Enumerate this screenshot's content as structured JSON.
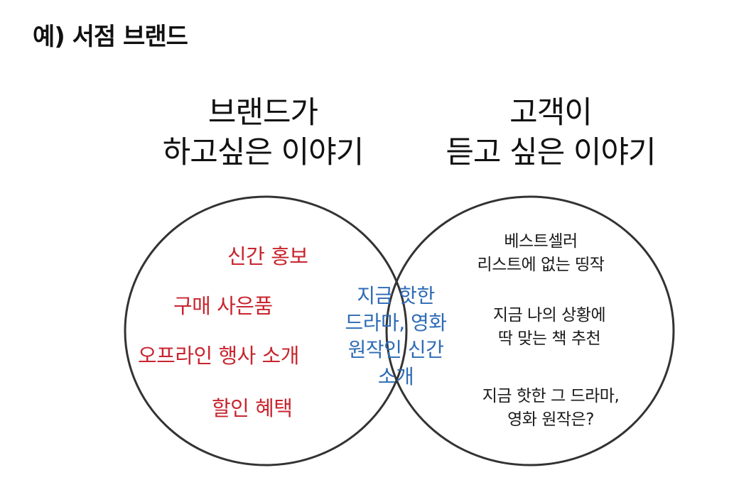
{
  "title": "예) 서점 브랜드",
  "left_heading": {
    "line1": "브랜드가",
    "line2": "하고싶은 이야기"
  },
  "right_heading": {
    "line1": "고객이",
    "line2": "듣고 싶은 이야기"
  },
  "left_items": [
    "신간 홍보",
    "구매 사은품",
    "오프라인 행사 소개",
    "할인 혜택"
  ],
  "overlap_text": [
    "지금 핫한",
    "드라마, 영화",
    "원작인 신간",
    "소개"
  ],
  "right_items": [
    {
      "line1": "베스트셀러",
      "line2": "리스트에 없는 띵작"
    },
    {
      "line1": "지금 나의 상황에",
      "line2": "딱 맞는 책 추천"
    },
    {
      "line1": "지금 핫한 그 드라마,",
      "line2": "영화 원작은?"
    }
  ],
  "colors": {
    "brand_text": "#c8252f",
    "overlap_text": "#2e6bb5",
    "outline": "#333333"
  }
}
